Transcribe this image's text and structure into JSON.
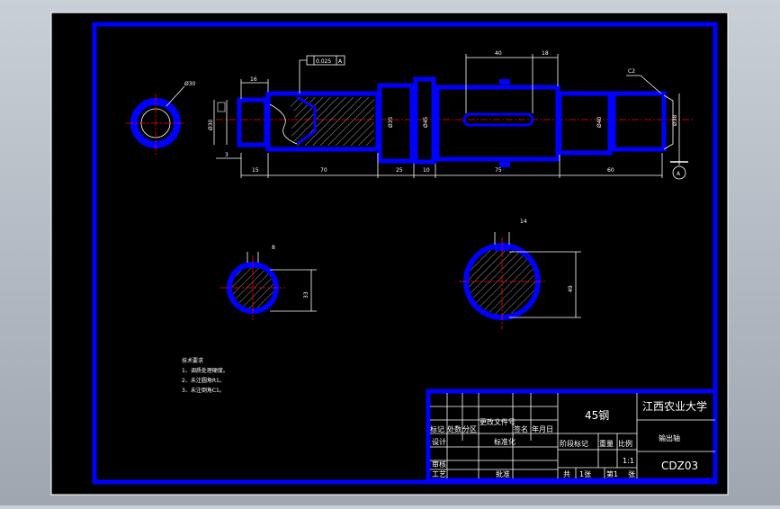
{
  "drawing": {
    "colors": {
      "background": "#000000",
      "outline": "#0000ff",
      "dimension": "#ffffff",
      "centerline": "#ff0000"
    },
    "dimensions": {
      "d_bore": "Ø30",
      "tol_frame": "0.025",
      "tol_datum": "A",
      "len_16": "16",
      "len_15": "15",
      "len_3": "3",
      "len_70": "70",
      "len_25": "25",
      "len_10": "10",
      "len_75": "75",
      "len_60": "60",
      "key_40": "40",
      "key_18": "18",
      "chamfer": "C2",
      "d_35": "Ø35",
      "d_40": "Ø40",
      "d_45": "Ø45",
      "d_left": "Ø30",
      "d_right": "Ø38",
      "sec1_top": "8",
      "sec1_side": "33",
      "sec2_top": "14",
      "sec2_side": "49"
    },
    "datum_label": "A",
    "notes": {
      "title": "技术要求",
      "line1": "1、调质处理硬度。",
      "line2": "2、未注圆角R1。",
      "line3": "3、未注倒角C1。"
    }
  },
  "title_block": {
    "material": "45钢",
    "school": "江西农业大学",
    "part_name": "输出轴",
    "drawing_no": "CDZ03",
    "scale": "1:1",
    "row_headers": [
      "标记",
      "处数",
      "分区",
      "更改文件号",
      "签名",
      "年月日"
    ],
    "design": "设计",
    "standard": "标准化",
    "stage_mark": "阶段标记",
    "weight": "重量",
    "ratio": "比例",
    "review": "审核",
    "process": "工艺",
    "approve": "批准",
    "total": "共",
    "sheet1": "1张",
    "sheet2": "第1",
    "sheet_unit": "张"
  }
}
